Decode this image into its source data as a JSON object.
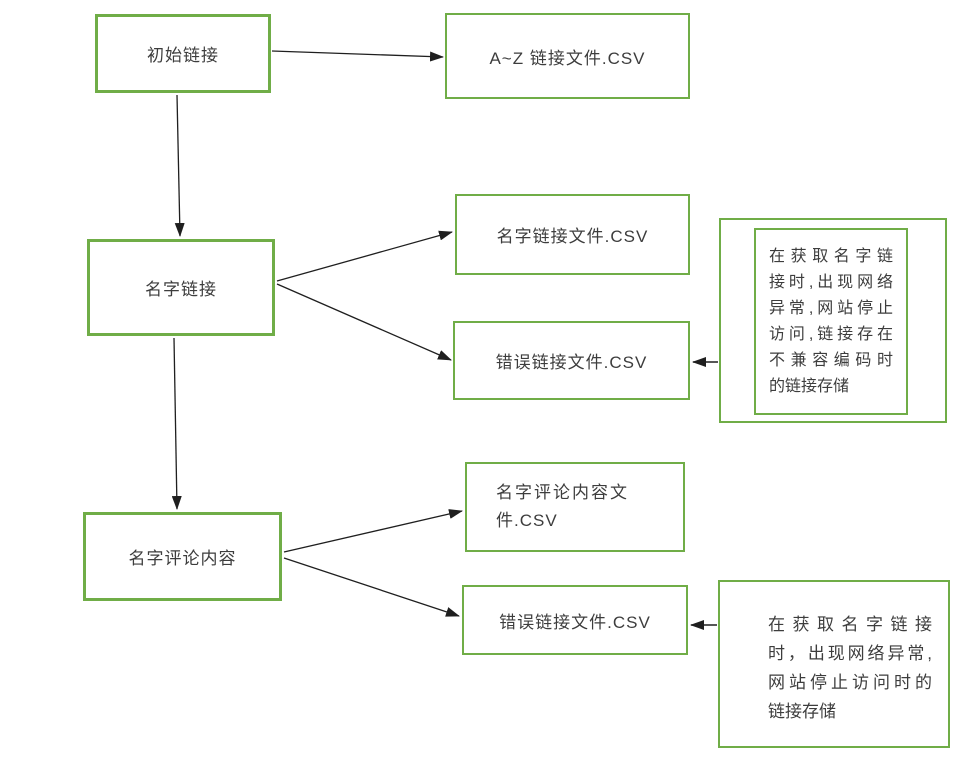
{
  "diagram": {
    "title": "crawler-link-flow-diagram",
    "colors": {
      "accent": "#70AD47",
      "arrow": "#1f1f1f",
      "text": "#3d3d3d",
      "background": "#ffffff"
    },
    "nodes": {
      "initial": {
        "label": "初始链接"
      },
      "az_file": {
        "label": "A~Z 链接文件.CSV"
      },
      "name_link": {
        "label": "名字链接"
      },
      "name_link_file": {
        "label": "名字链接文件.CSV"
      },
      "error_file_mid": {
        "label": "错误链接文件.CSV"
      },
      "note_mid": {
        "lines": [
          "在获取名字链",
          "接时,出现网络",
          "异常,网站停止",
          "访问,链接存在",
          "不兼容编码时",
          "的链接存储"
        ]
      },
      "comments": {
        "label": "名字评论内容"
      },
      "comments_file": {
        "lines": [
          "名字评论内容文",
          "件.CSV"
        ]
      },
      "error_file_bottom": {
        "label": "错误链接文件.CSV"
      },
      "note_bottom": {
        "lines": [
          "在获取名字链接",
          "时，出现网络异常,",
          "网站停止访问时的",
          "链接存储"
        ]
      }
    },
    "edges": [
      {
        "from": "initial",
        "to": "az_file"
      },
      {
        "from": "initial",
        "to": "name_link"
      },
      {
        "from": "name_link",
        "to": "name_link_file"
      },
      {
        "from": "name_link",
        "to": "error_file_mid"
      },
      {
        "from": "note_mid",
        "to": "error_file_mid"
      },
      {
        "from": "name_link",
        "to": "comments"
      },
      {
        "from": "comments",
        "to": "comments_file"
      },
      {
        "from": "comments",
        "to": "error_file_bottom"
      },
      {
        "from": "note_bottom",
        "to": "error_file_bottom"
      }
    ]
  }
}
